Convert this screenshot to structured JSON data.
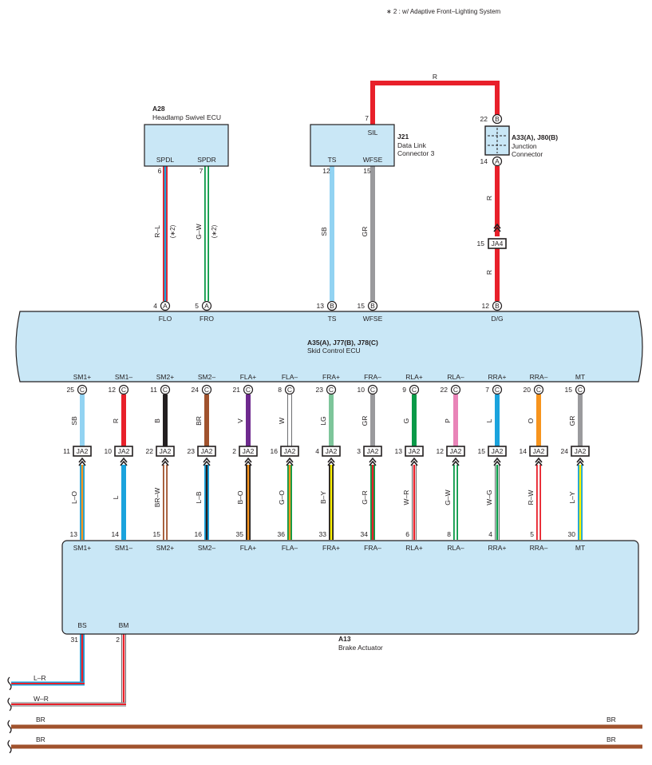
{
  "note": "∗ 2 : w/ Adaptive Front–Lighting System",
  "colors": {
    "R": "#e8202a",
    "L": "#1aa3dd",
    "SB": "#92d3f2",
    "GR": "#9a9a9d",
    "B": "#231f20",
    "BR": "#a0522d",
    "V": "#6e2a8e",
    "W": "#ffffff",
    "LG": "#7dc59a",
    "G": "#0a9a48",
    "P": "#e984b8",
    "O": "#f7941d",
    "Y": "#fff200",
    "box": "#c9e7f6",
    "line": "#231f20"
  },
  "a28": {
    "code": "A28",
    "name": "Headlamp Swivel ECU",
    "pins": [
      "SPDL",
      "SPDR"
    ]
  },
  "j21": {
    "code": "J21",
    "name1": "Data Link",
    "name2": "Connector 3",
    "pins": [
      "SIL",
      "TS",
      "WFSE"
    ]
  },
  "a33": {
    "code": "A33(A), J80(B)",
    "name1": "Junction",
    "name2": "Connector",
    "top_pin": "22",
    "top_conn": "B",
    "bot_pin": "14",
    "bot_conn": "A"
  },
  "ja4": {
    "label": "JA4",
    "pin": "15"
  },
  "ecu": {
    "code": "A35(A), J77(B), J78(C)",
    "name": "Skid Control ECU"
  },
  "a13": {
    "code": "A13",
    "name": "Brake Actuator"
  },
  "upper_wires": [
    {
      "wire": "R–L",
      "note": "(∗2)",
      "c1": "R",
      "c2": "L",
      "top_pin": "6",
      "bot_pin": "4",
      "conn": "A",
      "sig": "FLO"
    },
    {
      "wire": "G–W",
      "note": "(∗2)",
      "c1": "G",
      "c2": "W",
      "top_pin": "7",
      "bot_pin": "5",
      "conn": "A",
      "sig": "FRO"
    },
    {
      "wire": "SB",
      "note": "",
      "c1": "SB",
      "c2": "",
      "top_pin": "12",
      "bot_pin": "13",
      "conn": "B",
      "sig": "TS"
    },
    {
      "wire": "GR",
      "note": "",
      "c1": "GR",
      "c2": "",
      "top_pin": "15",
      "bot_pin": "15",
      "conn": "B",
      "sig": "WFSE"
    },
    {
      "wire": "R",
      "note": "",
      "c1": "R",
      "c2": "",
      "top_pin": "7",
      "bot_pin": "12",
      "conn": "B",
      "sig": "D/G"
    }
  ],
  "sil_wire": {
    "label": "R"
  },
  "a33_wires": {
    "upper": "R",
    "lower": "R"
  },
  "lower_wires": [
    {
      "sig": "SM1+",
      "ecu_pin": "25",
      "w1": "SB",
      "c1": "SB",
      "c1b": "",
      "ja_pin": "11",
      "w2": "L–O",
      "c2": "L",
      "c2b": "O",
      "act_pin": "13"
    },
    {
      "sig": "SM1–",
      "ecu_pin": "12",
      "w1": "R",
      "c1": "R",
      "c1b": "",
      "ja_pin": "10",
      "w2": "L",
      "c2": "L",
      "c2b": "",
      "act_pin": "14"
    },
    {
      "sig": "SM2+",
      "ecu_pin": "11",
      "w1": "B",
      "c1": "B",
      "c1b": "",
      "ja_pin": "22",
      "w2": "BR–W",
      "c2": "BR",
      "c2b": "W",
      "act_pin": "15"
    },
    {
      "sig": "SM2–",
      "ecu_pin": "24",
      "w1": "BR",
      "c1": "BR",
      "c1b": "",
      "ja_pin": "23",
      "w2": "L–B",
      "c2": "L",
      "c2b": "B",
      "act_pin": "16"
    },
    {
      "sig": "FLA+",
      "ecu_pin": "21",
      "w1": "V",
      "c1": "V",
      "c1b": "",
      "ja_pin": "2",
      "w2": "B–O",
      "c2": "B",
      "c2b": "O",
      "act_pin": "35"
    },
    {
      "sig": "FLA–",
      "ecu_pin": "8",
      "w1": "W",
      "c1": "W",
      "c1b": "",
      "ja_pin": "16",
      "w2": "G–O",
      "c2": "G",
      "c2b": "O",
      "act_pin": "36"
    },
    {
      "sig": "FRA+",
      "ecu_pin": "23",
      "w1": "LG",
      "c1": "LG",
      "c1b": "",
      "ja_pin": "4",
      "w2": "B–Y",
      "c2": "B",
      "c2b": "Y",
      "act_pin": "33"
    },
    {
      "sig": "FRA–",
      "ecu_pin": "10",
      "w1": "GR",
      "c1": "GR",
      "c1b": "",
      "ja_pin": "3",
      "w2": "G–R",
      "c2": "G",
      "c2b": "R",
      "act_pin": "34"
    },
    {
      "sig": "RLA+",
      "ecu_pin": "9",
      "w1": "G",
      "c1": "G",
      "c1b": "",
      "ja_pin": "13",
      "w2": "W–R",
      "c2": "W",
      "c2b": "R",
      "act_pin": "6"
    },
    {
      "sig": "RLA–",
      "ecu_pin": "22",
      "w1": "P",
      "c1": "P",
      "c1b": "",
      "ja_pin": "12",
      "w2": "G–W",
      "c2": "G",
      "c2b": "W",
      "act_pin": "8"
    },
    {
      "sig": "RRA+",
      "ecu_pin": "7",
      "w1": "L",
      "c1": "L",
      "c1b": "",
      "ja_pin": "15",
      "w2": "W–G",
      "c2": "W",
      "c2b": "G",
      "act_pin": "4"
    },
    {
      "sig": "RRA–",
      "ecu_pin": "20",
      "w1": "O",
      "c1": "O",
      "c1b": "",
      "ja_pin": "14",
      "w2": "R–W",
      "c2": "R",
      "c2b": "W",
      "act_pin": "5"
    },
    {
      "sig": "MT",
      "ecu_pin": "15",
      "w1": "GR",
      "c1": "GR",
      "c1b": "",
      "ja_pin": "24",
      "w2": "L–Y",
      "c2": "L",
      "c2b": "Y",
      "act_pin": "30"
    }
  ],
  "ecu_conn": "C",
  "ja2_label": "JA2",
  "bs": {
    "sig": "BS",
    "pin": "31",
    "wire": "L–R",
    "c1": "L",
    "c2": "R"
  },
  "bm": {
    "sig": "BM",
    "pin": "2",
    "wire": "W–R",
    "c1": "W",
    "c2": "R"
  },
  "ground_wires": [
    {
      "left": "BR",
      "right": "BR"
    },
    {
      "left": "BR",
      "right": "BR"
    }
  ]
}
